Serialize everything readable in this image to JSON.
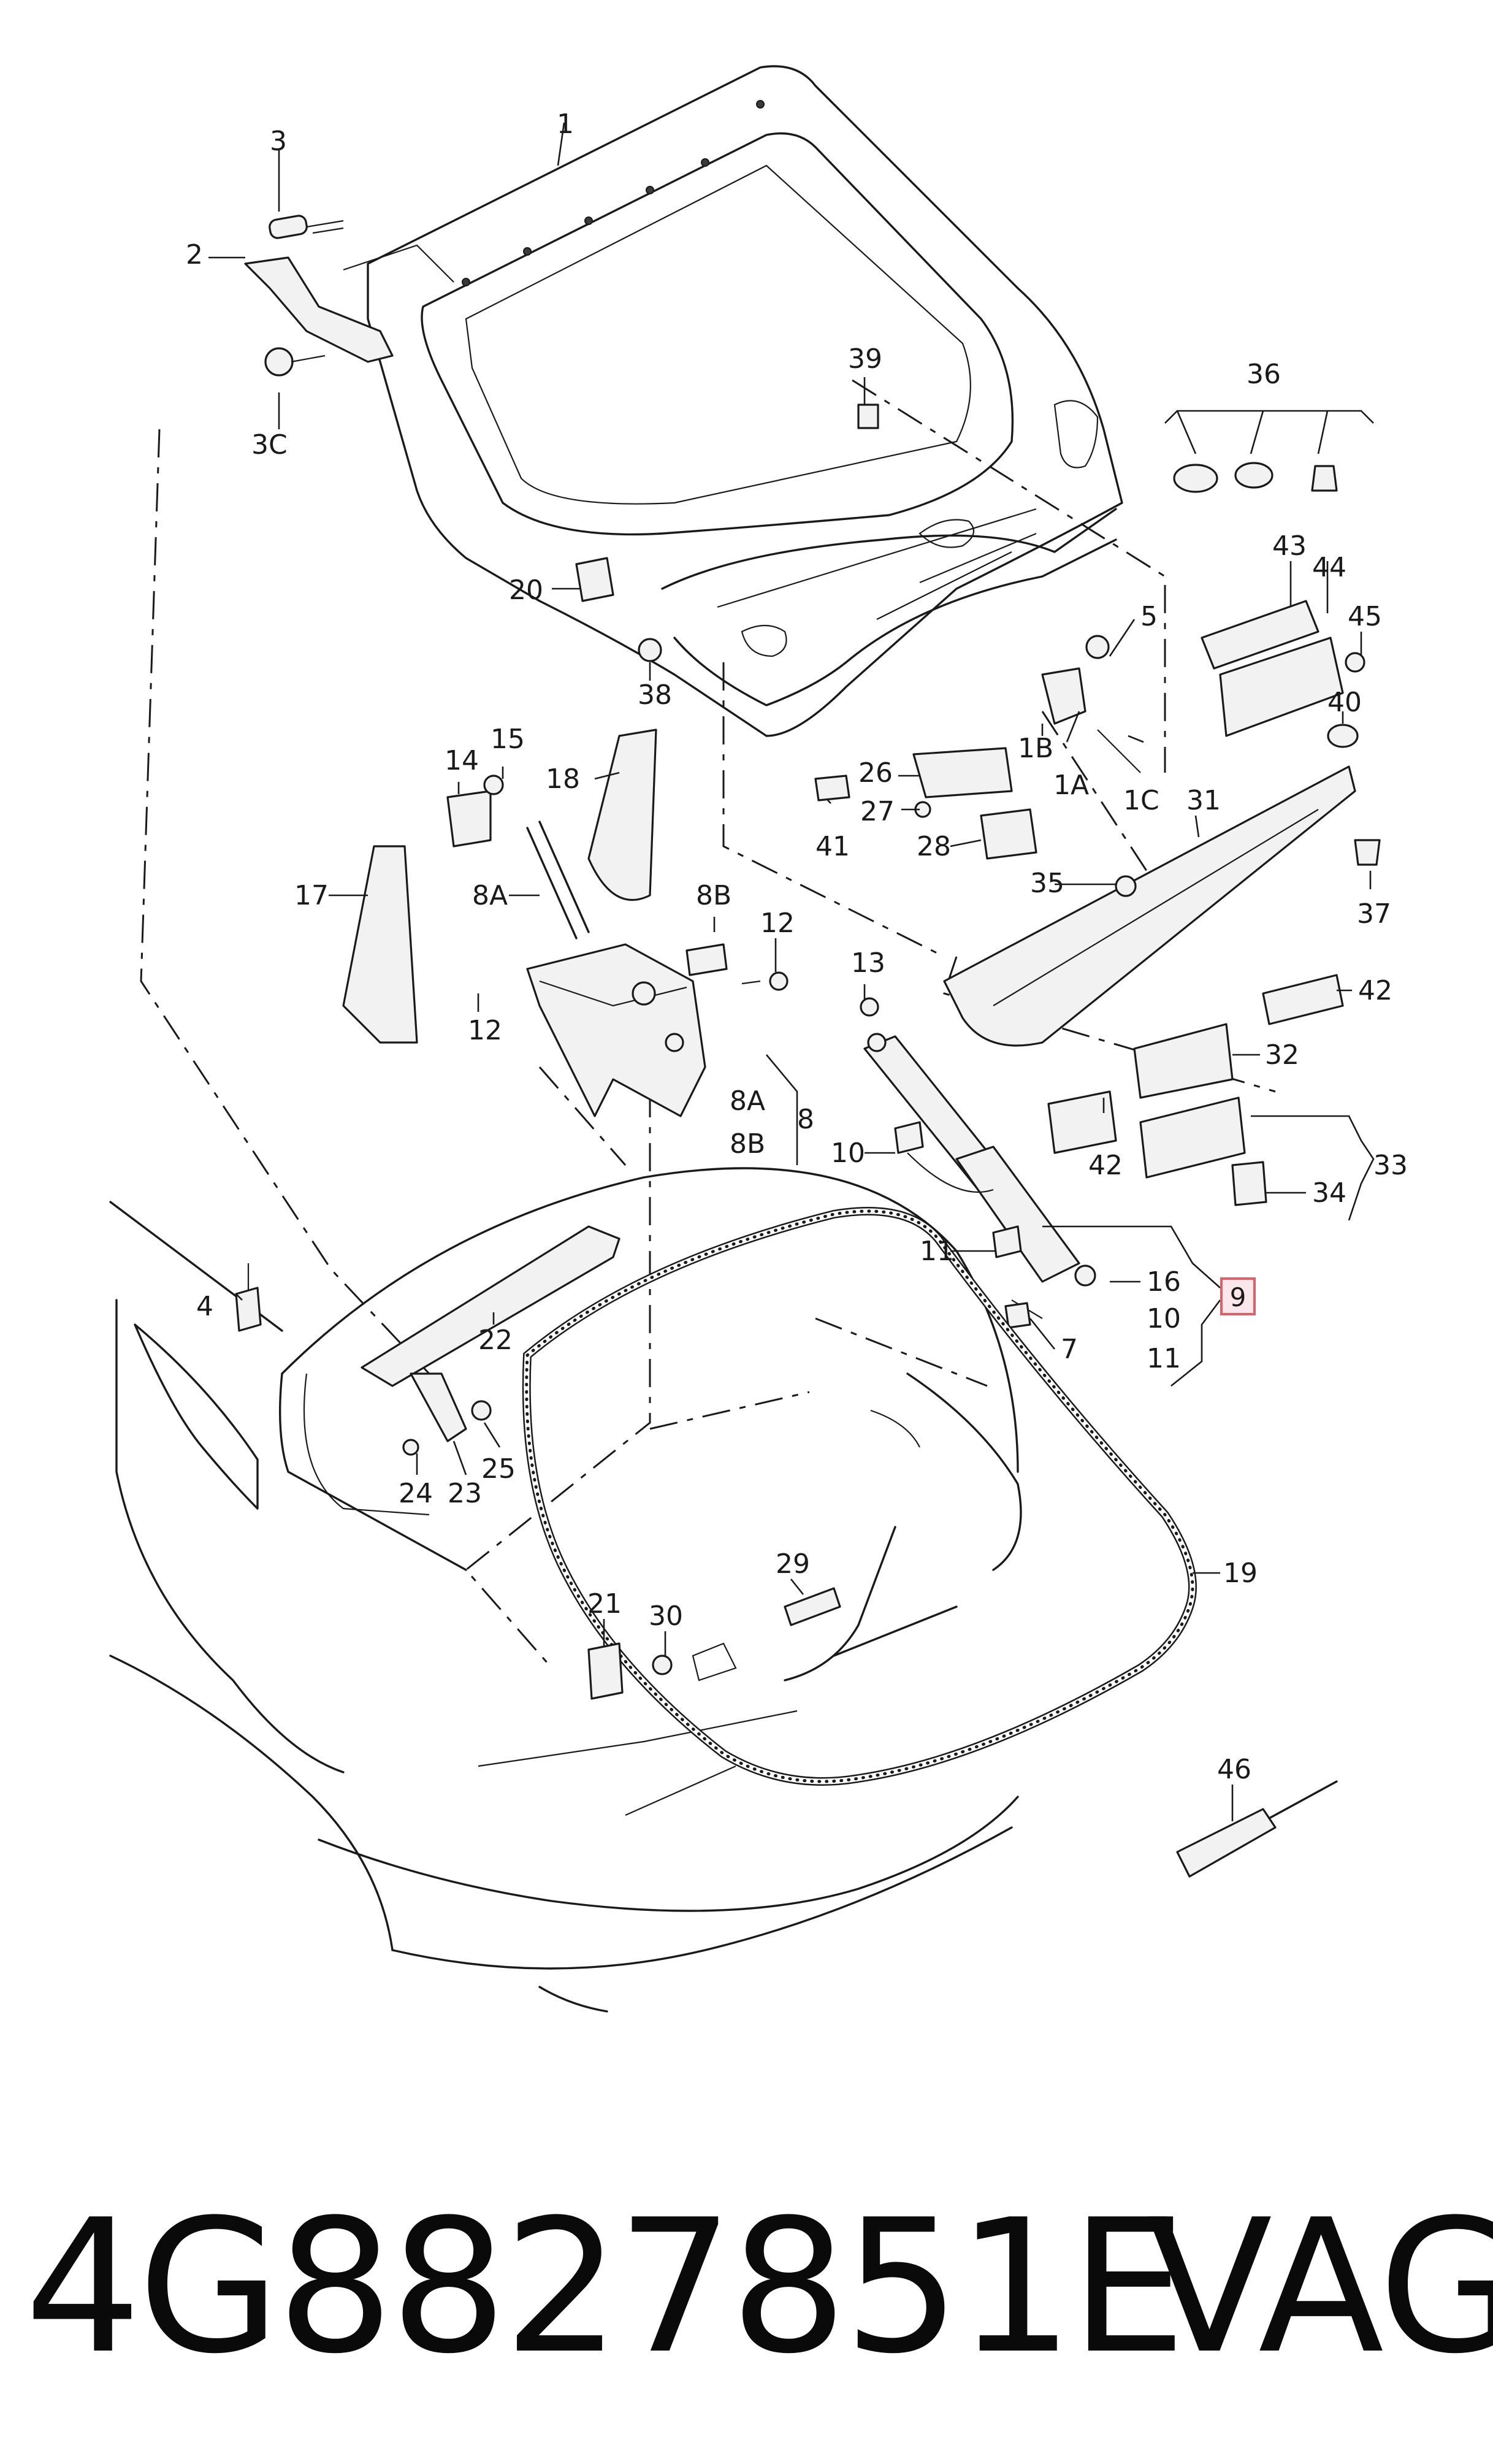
{
  "diagram": {
    "callouts": [
      {
        "id": "1",
        "text": "1"
      },
      {
        "id": "2",
        "text": "2"
      },
      {
        "id": "3",
        "text": "3"
      },
      {
        "id": "3C",
        "text": "3C"
      },
      {
        "id": "39",
        "text": "39"
      },
      {
        "id": "36",
        "text": "36"
      },
      {
        "id": "20",
        "text": "20"
      },
      {
        "id": "43",
        "text": "43"
      },
      {
        "id": "44",
        "text": "44"
      },
      {
        "id": "45",
        "text": "45"
      },
      {
        "id": "5",
        "text": "5"
      },
      {
        "id": "38",
        "text": "38"
      },
      {
        "id": "40",
        "text": "40"
      },
      {
        "id": "1B",
        "text": "1B"
      },
      {
        "id": "1A",
        "text": "1A"
      },
      {
        "id": "1C",
        "text": "1C"
      },
      {
        "id": "26",
        "text": "26"
      },
      {
        "id": "27",
        "text": "27"
      },
      {
        "id": "41",
        "text": "41"
      },
      {
        "id": "28",
        "text": "28"
      },
      {
        "id": "31",
        "text": "31"
      },
      {
        "id": "15",
        "text": "15"
      },
      {
        "id": "14",
        "text": "14"
      },
      {
        "id": "18",
        "text": "18"
      },
      {
        "id": "17",
        "text": "17"
      },
      {
        "id": "8A",
        "text": "8A"
      },
      {
        "id": "8B",
        "text": "8B"
      },
      {
        "id": "12a",
        "text": "12"
      },
      {
        "id": "12b",
        "text": "12"
      },
      {
        "id": "35",
        "text": "35"
      },
      {
        "id": "37",
        "text": "37"
      },
      {
        "id": "13",
        "text": "13"
      },
      {
        "id": "42a",
        "text": "42"
      },
      {
        "id": "32",
        "text": "32"
      },
      {
        "id": "8Ab",
        "text": "8A"
      },
      {
        "id": "8",
        "text": "8"
      },
      {
        "id": "8Bb",
        "text": "8B"
      },
      {
        "id": "10a",
        "text": "10"
      },
      {
        "id": "42b",
        "text": "42"
      },
      {
        "id": "33",
        "text": "33"
      },
      {
        "id": "34",
        "text": "34"
      },
      {
        "id": "11a",
        "text": "11"
      },
      {
        "id": "16",
        "text": "16"
      },
      {
        "id": "10b",
        "text": "10"
      },
      {
        "id": "11b",
        "text": "11"
      },
      {
        "id": "7",
        "text": "7"
      },
      {
        "id": "4",
        "text": "4"
      },
      {
        "id": "22",
        "text": "22"
      },
      {
        "id": "24",
        "text": "24"
      },
      {
        "id": "23",
        "text": "23"
      },
      {
        "id": "25",
        "text": "25"
      },
      {
        "id": "19",
        "text": "19"
      },
      {
        "id": "21",
        "text": "21"
      },
      {
        "id": "30",
        "text": "30"
      },
      {
        "id": "29",
        "text": "29"
      },
      {
        "id": "46",
        "text": "46"
      }
    ],
    "highlighted_callout": "9"
  },
  "caption": {
    "part_number": "4G8827851E",
    "brand": "VAG"
  },
  "colors": {
    "line": "#1a1a1a",
    "highlight_border": "#e0606a",
    "highlight_fill": "#fbe7ea",
    "background": "#ffffff"
  }
}
